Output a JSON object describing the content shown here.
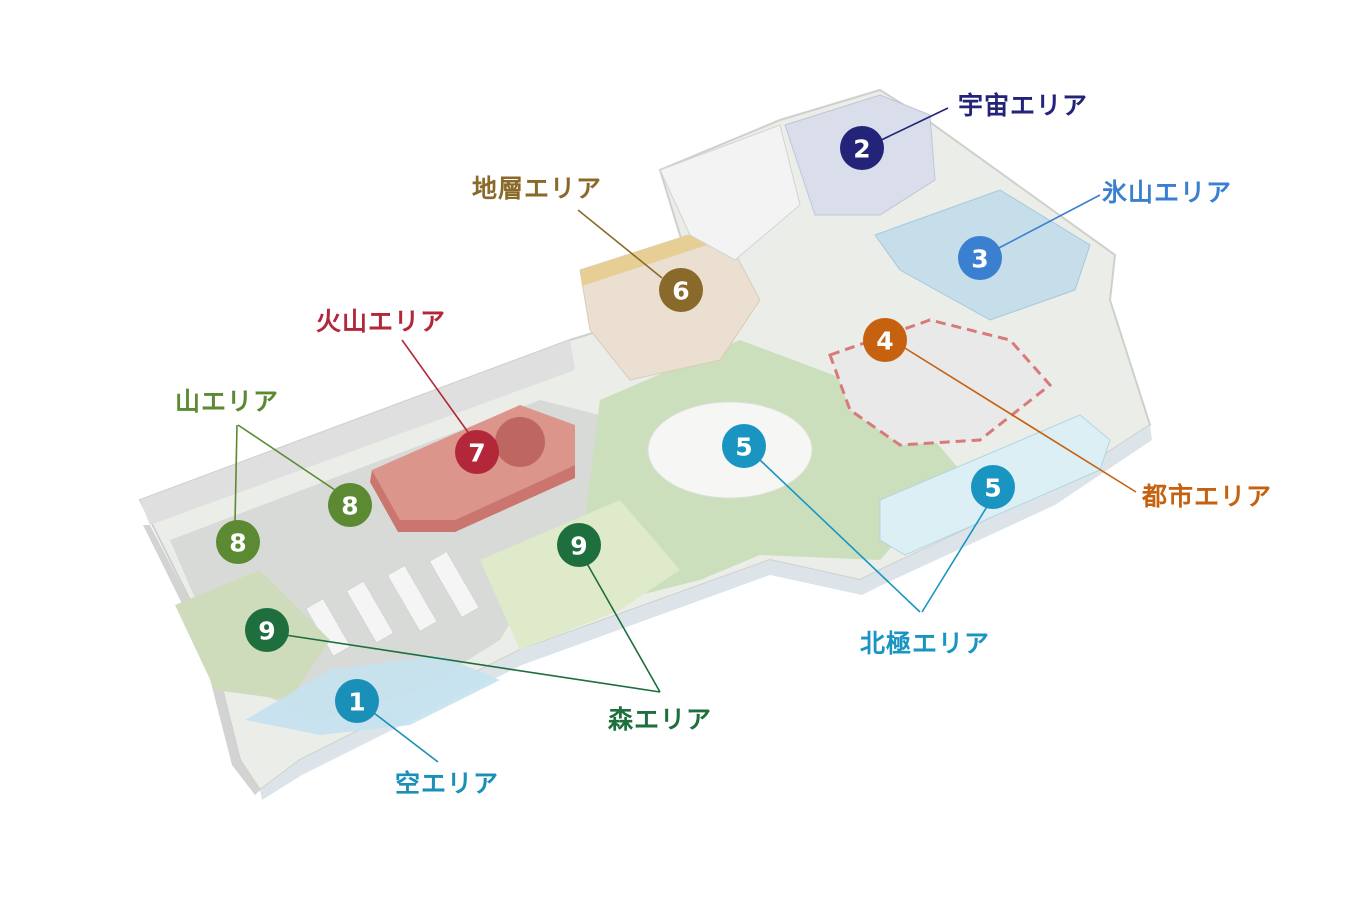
{
  "areas": [
    {
      "id": "sora",
      "label": "空エリア",
      "color": "#1a8fb8"
    },
    {
      "id": "uchu",
      "label": "宇宙エリア",
      "color": "#23237a"
    },
    {
      "id": "hyozan",
      "label": "氷山エリア",
      "color": "#3a7fd0"
    },
    {
      "id": "toshi",
      "label": "都市エリア",
      "color": "#c6610f"
    },
    {
      "id": "hokkyoku",
      "label": "北極エリア",
      "color": "#1a95c2"
    },
    {
      "id": "chiso",
      "label": "地層エリア",
      "color": "#8a6a2a"
    },
    {
      "id": "kazan",
      "label": "火山エリア",
      "color": "#b3273a"
    },
    {
      "id": "yama",
      "label": "山エリア",
      "color": "#5b8a32"
    },
    {
      "id": "mori",
      "label": "森エリア",
      "color": "#1e6e3e"
    }
  ],
  "markers": [
    {
      "number": "1",
      "area": "sora"
    },
    {
      "number": "2",
      "area": "uchu"
    },
    {
      "number": "3",
      "area": "hyozan"
    },
    {
      "number": "4",
      "area": "toshi"
    },
    {
      "number": "5",
      "area": "hokkyoku"
    },
    {
      "number": "5",
      "area": "hokkyoku"
    },
    {
      "number": "6",
      "area": "chiso"
    },
    {
      "number": "7",
      "area": "kazan"
    },
    {
      "number": "8",
      "area": "yama"
    },
    {
      "number": "8",
      "area": "yama"
    },
    {
      "number": "9",
      "area": "mori"
    },
    {
      "number": "9",
      "area": "mori"
    }
  ]
}
